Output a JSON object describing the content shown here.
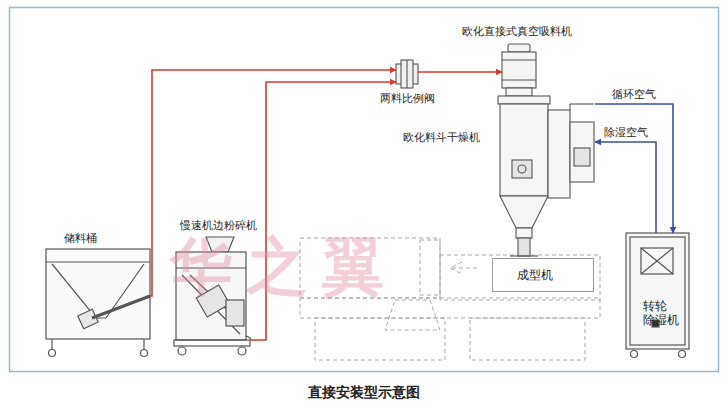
{
  "diagram": {
    "caption": "直接安装型示意图",
    "nodes": [
      {
        "text": [
          "储料桶"
        ]
      },
      {
        "text": [
          "慢速机边粉碎机"
        ]
      },
      {
        "text": [
          "两料比例阀"
        ]
      },
      {
        "text": [
          "欧化直接式真空吸料机"
        ]
      },
      {
        "text": [
          "欧化料斗干燥机"
        ]
      },
      {
        "text": [
          "成型机"
        ]
      },
      {
        "text": [
          "转轮 除湿机"
        ]
      }
    ],
    "edges": [
      {
        "from": 0,
        "to": 2,
        "arrow": "to"
      },
      {
        "from": 1,
        "to": 2,
        "arrow": "to"
      },
      {
        "from": 2,
        "to": 3,
        "arrow": "to"
      },
      {
        "from": 4,
        "to": 6,
        "label": "循环空气",
        "arrow": "to"
      },
      {
        "from": 6,
        "to": 4,
        "label": "除湿空气",
        "arrow": "to"
      }
    ],
    "labels": [
      "华之翼"
    ]
  }
}
